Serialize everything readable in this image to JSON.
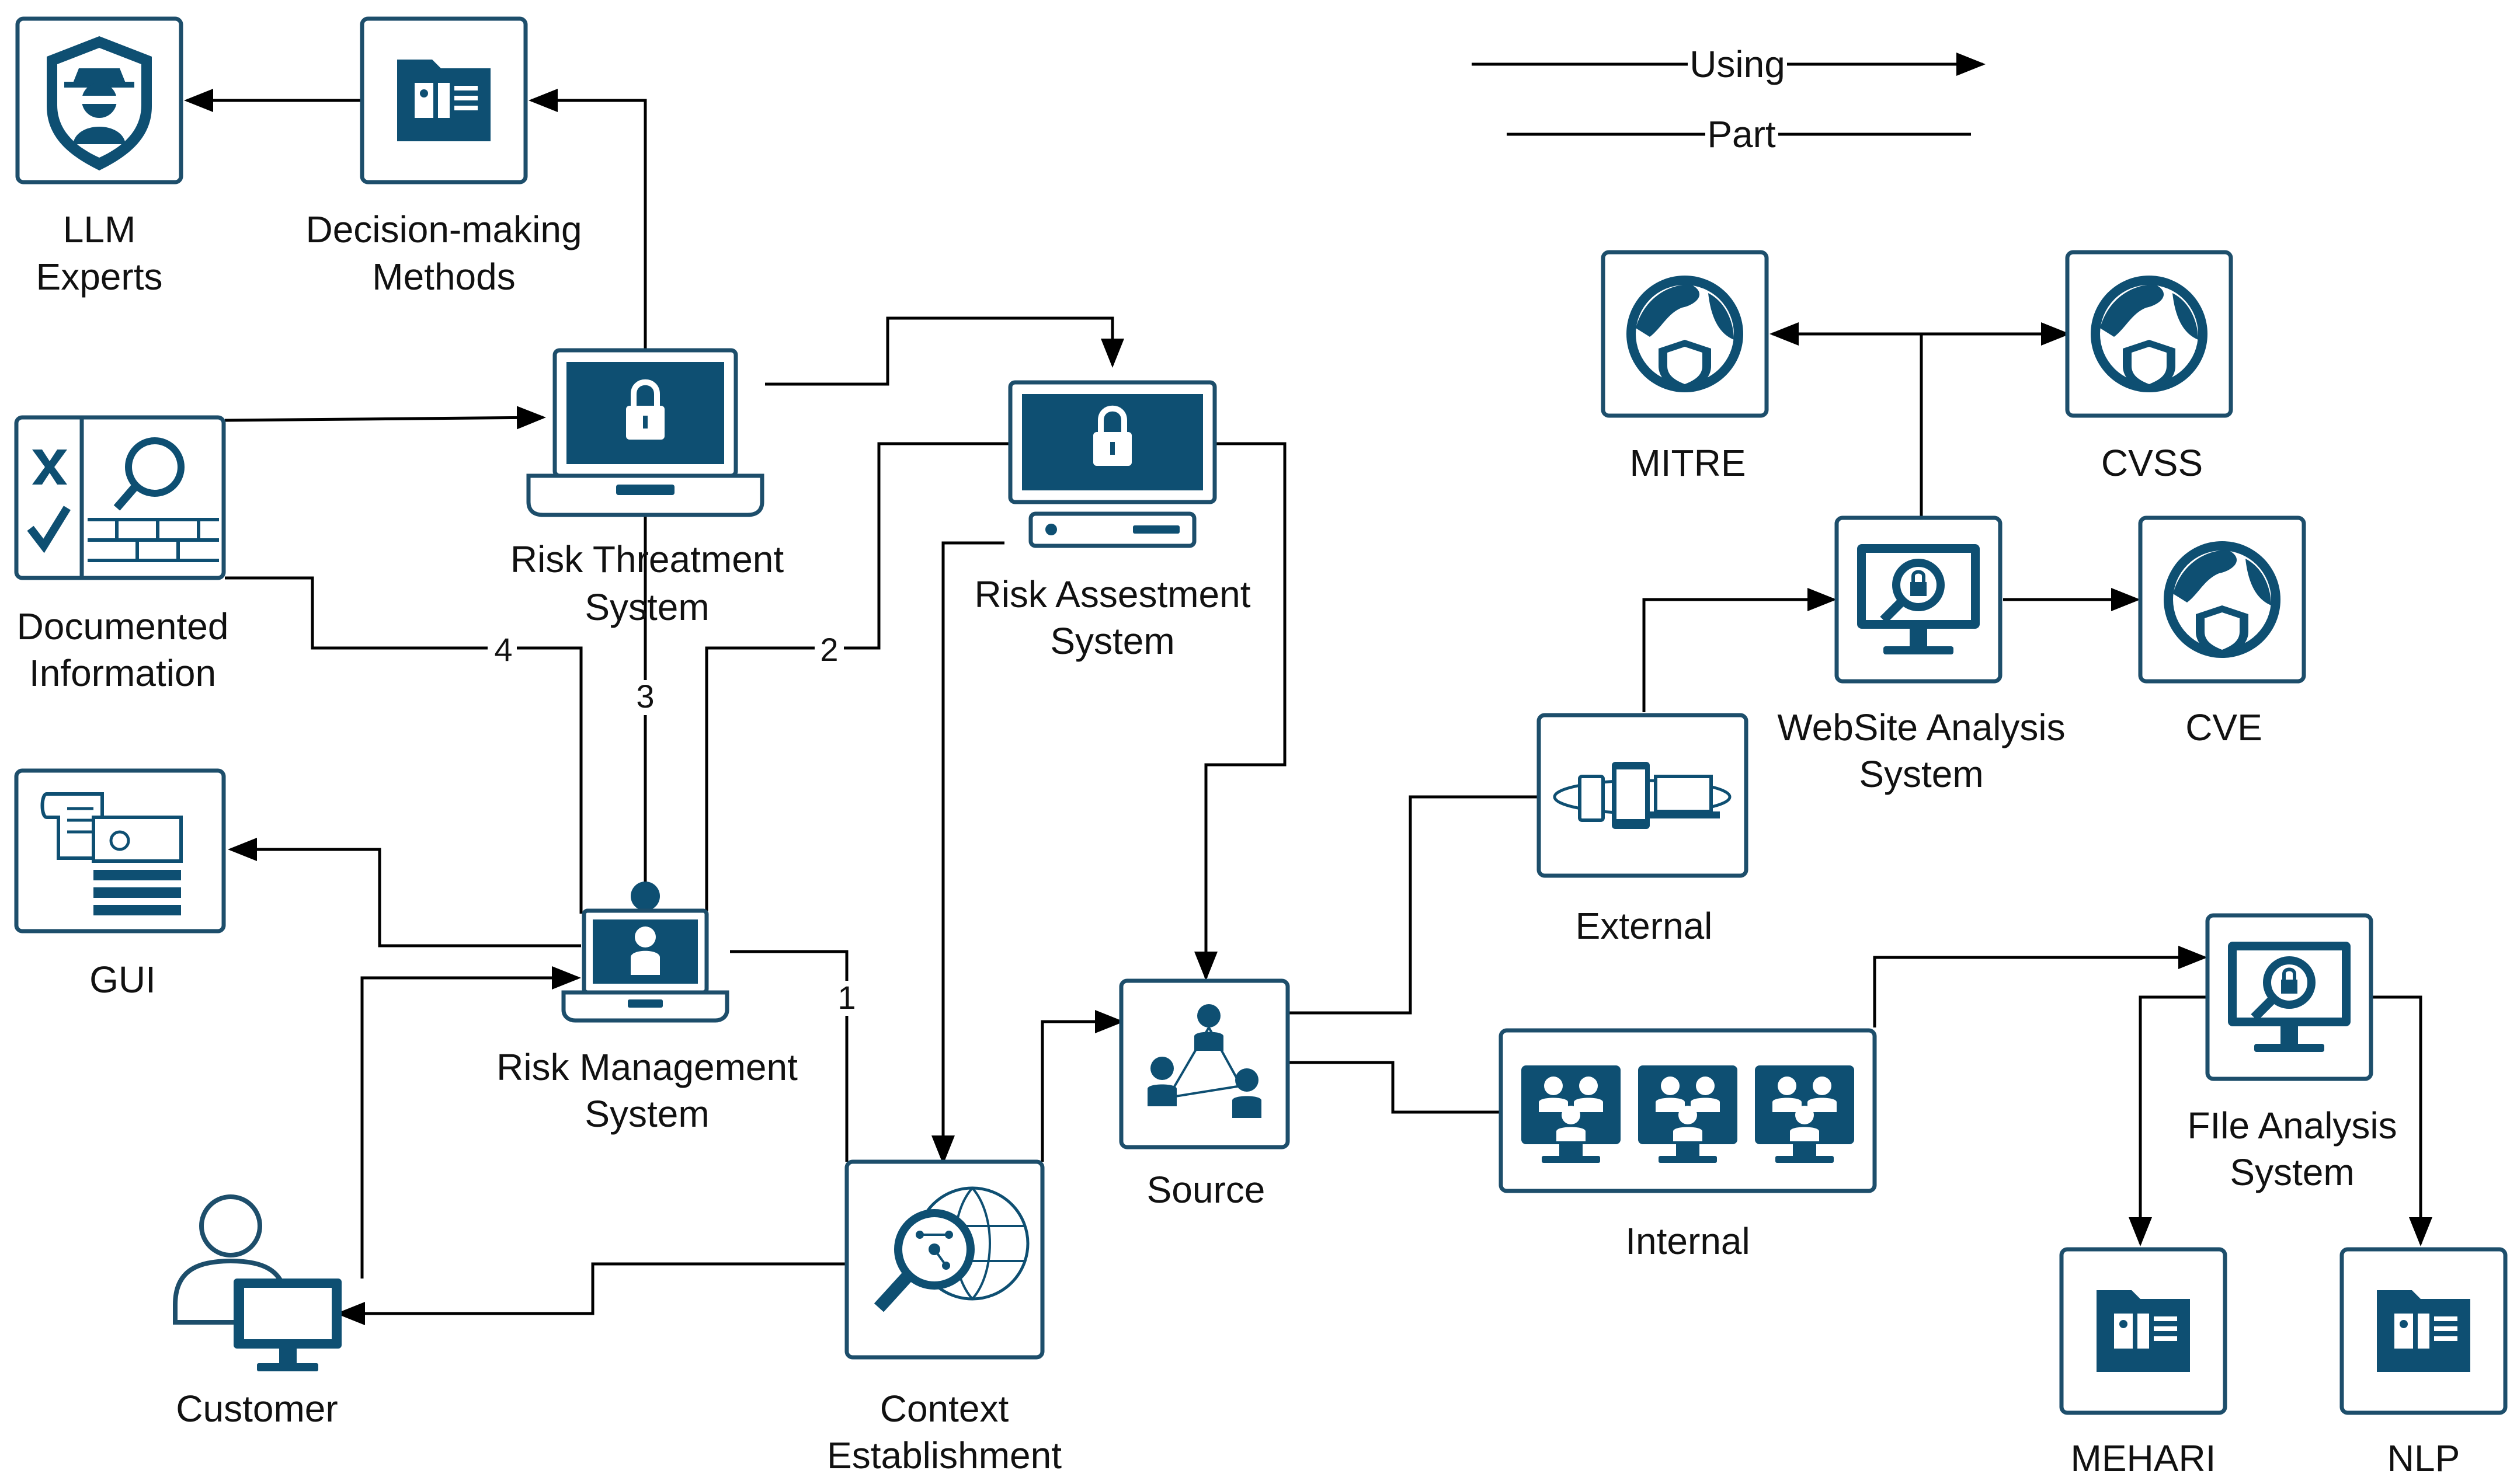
{
  "legend": {
    "using": "Using",
    "part": "Part"
  },
  "nodes": {
    "llm_experts": [
      "LLM",
      "Experts"
    ],
    "decision_making": [
      "Decision-making",
      "Methods"
    ],
    "risk_threatment": [
      "Risk Threatment",
      "System"
    ],
    "risk_assessment": [
      "Risk Assestment",
      "System"
    ],
    "documented_information": [
      "Documented",
      "Information"
    ],
    "gui": [
      "GUI"
    ],
    "risk_management": [
      "Risk Management",
      "System"
    ],
    "customer": [
      "Customer"
    ],
    "context_establishment": [
      "Context",
      "Establishment"
    ],
    "source": [
      "Source"
    ],
    "external": [
      "External"
    ],
    "internal": [
      "Internal"
    ],
    "mitre": [
      "MITRE"
    ],
    "cvss": [
      "CVSS"
    ],
    "website_analysis": [
      "WebSite Analysis",
      "System"
    ],
    "cve": [
      "CVE"
    ],
    "file_analysis": [
      "FIle Analysis",
      "System"
    ],
    "mehari": [
      "MEHARI"
    ],
    "nlp": [
      "NLP"
    ]
  },
  "edge_labels": {
    "e1": "1",
    "e2": "2",
    "e3": "3",
    "e4": "4"
  },
  "colors": {
    "icon": "#0e4f72",
    "frame": "#1d4e6b",
    "line": "#000000"
  }
}
